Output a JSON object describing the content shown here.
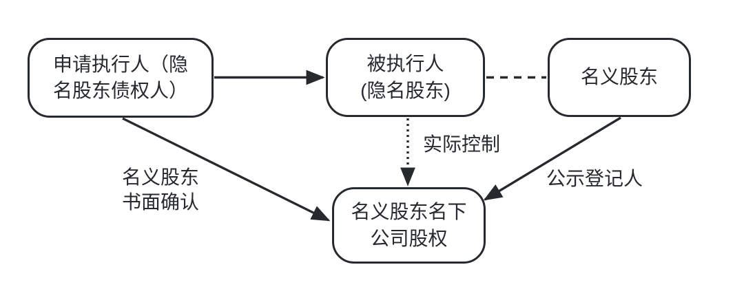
{
  "diagram": {
    "background": "#ffffff",
    "stroke_color": "#26292e",
    "text_color": "#26292e",
    "nodes": {
      "applicant": {
        "label": "申请执行人（隐\n名股东债权人）"
      },
      "debtor": {
        "label": "被执行人\n(隐名股东)"
      },
      "nominal": {
        "label": "名义股东"
      },
      "equity": {
        "label": "名义股东名下\n公司股权"
      }
    },
    "edge_labels": {
      "actual_control": "实际控制",
      "written_confirmation": "名义股东\n书面确认",
      "registrant": "公示登记人"
    },
    "edges": [
      {
        "from": "applicant",
        "to": "debtor",
        "style": "solid-arrow",
        "label": ""
      },
      {
        "from": "debtor",
        "to": "nominal",
        "style": "dashed-line",
        "label": ""
      },
      {
        "from": "debtor",
        "to": "equity",
        "style": "dotted-arrow",
        "label": "实际控制"
      },
      {
        "from": "applicant",
        "to": "equity",
        "style": "solid-arrow",
        "label": "名义股东书面确认"
      },
      {
        "from": "nominal",
        "to": "equity",
        "style": "solid-arrow",
        "label": "公示登记人"
      }
    ]
  }
}
